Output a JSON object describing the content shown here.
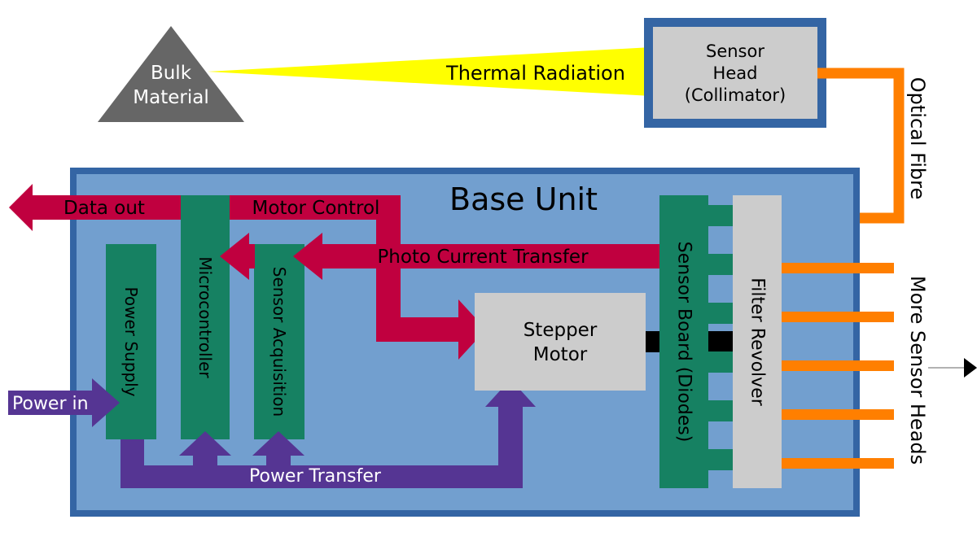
{
  "colors": {
    "base_fill": "#729fcf",
    "base_border": "#3465a4",
    "module_green": "#168162",
    "data_red": "#c0003f",
    "power_purple": "#553593",
    "fibre_orange": "#ff7f00",
    "radiation_yellow": "#ffff00",
    "grey_box": "#cccccc",
    "material_grey": "#666666"
  },
  "bulk_material": {
    "line1": "Bulk",
    "line2": "Material"
  },
  "thermal_radiation": "Thermal Radiation",
  "sensor_head": {
    "line1": "Sensor",
    "line2": "Head",
    "line3": "(Collimator)"
  },
  "optical_fibre": "Optical Fibre",
  "base_unit": "Base Unit",
  "data_out": "Data out",
  "motor_control": "Motor Control",
  "photo_current_transfer": "Photo Current Transfer",
  "power_in": "Power in",
  "power_transfer": "Power Transfer",
  "power_supply": "Power Supply",
  "microcontroller": "Microcontroller",
  "sensor_acquisition": "Sensor Acquisition",
  "stepper_motor": {
    "line1": "Stepper",
    "line2": "Motor"
  },
  "sensor_board": "Sensor Board (Diodes)",
  "filter_revolver": "Filter Revolver",
  "more_sensor_heads": "More Sensor Heads"
}
